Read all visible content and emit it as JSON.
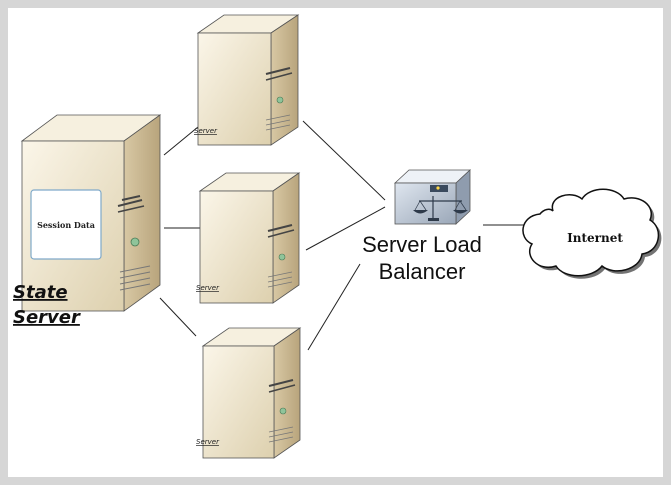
{
  "diagram": {
    "state_server": {
      "label_line1": "State",
      "label_line2": "Server",
      "screen_text": "Session Data"
    },
    "web_servers": [
      {
        "label": "Server"
      },
      {
        "label": "Server"
      },
      {
        "label": "Server"
      }
    ],
    "load_balancer": {
      "label_line1": "Server Load",
      "label_line2": "Balancer"
    },
    "internet": {
      "label": "Internet"
    }
  },
  "colors": {
    "tower_front": "#efe6cc",
    "tower_side": "#c9b896",
    "tower_top": "#f6f0df",
    "led": "#8fc49a",
    "connector": "#222222"
  }
}
